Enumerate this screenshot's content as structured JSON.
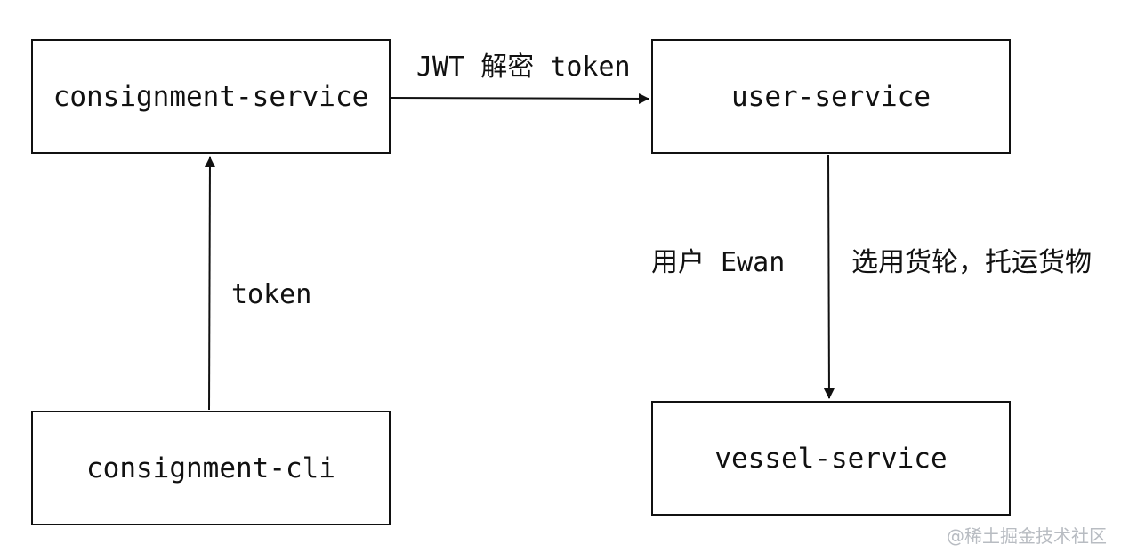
{
  "nodes": {
    "consignment_service": "consignment-service",
    "user_service": "user-service",
    "consignment_cli": "consignment-cli",
    "vessel_service": "vessel-service"
  },
  "edges": {
    "jwt_decrypt_token": "JWT 解密 token",
    "token": "token",
    "user_ewan": "用户 Ewan",
    "select_ship_ship_goods": "选用货轮，托运货物"
  },
  "watermark": "@稀土掘金技术社区",
  "colors": {
    "stroke": "#111111",
    "background": "#ffffff",
    "watermark": "#b8bcc2"
  }
}
